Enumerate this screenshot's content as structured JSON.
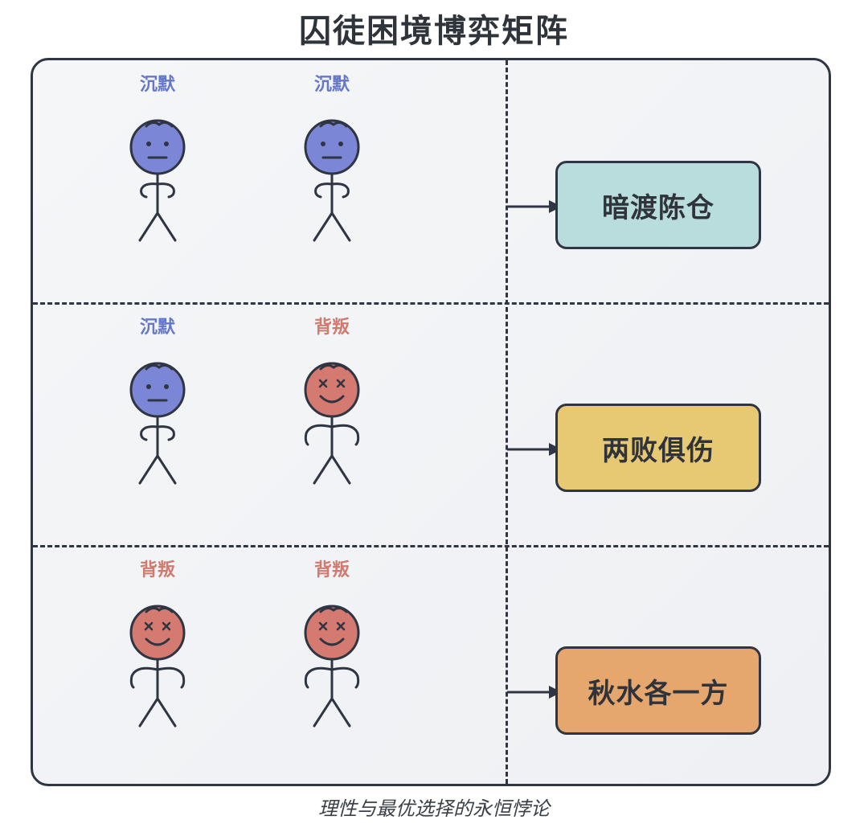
{
  "title": "囚徒困境博弈矩阵",
  "caption": "理性与最优选择的永恒悖论",
  "colors": {
    "silent_face": "#7b87d6",
    "betray_face": "#d57a70",
    "silent_label": "#6477c8",
    "betray_label": "#d07a70",
    "outline": "#2f3542"
  },
  "rows": [
    {
      "players": [
        {
          "choice": "沉默",
          "type": "silent"
        },
        {
          "choice": "沉默",
          "type": "silent"
        }
      ],
      "outcome": {
        "label": "暗渡陈仓",
        "color": "#b9dcdc"
      }
    },
    {
      "players": [
        {
          "choice": "沉默",
          "type": "silent"
        },
        {
          "choice": "背叛",
          "type": "betray"
        }
      ],
      "outcome": {
        "label": "两败俱伤",
        "color": "#e7c873"
      }
    },
    {
      "players": [
        {
          "choice": "背叛",
          "type": "betray"
        },
        {
          "choice": "背叛",
          "type": "betray"
        }
      ],
      "outcome": {
        "label": "秋水各一方",
        "color": "#e5a76d"
      }
    }
  ]
}
